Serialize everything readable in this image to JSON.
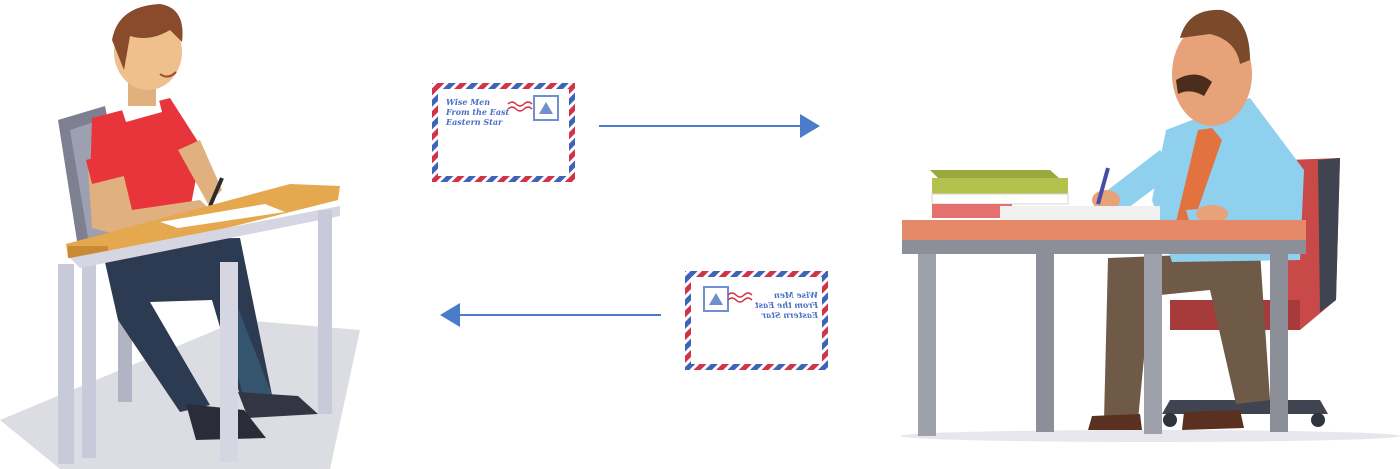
{
  "colors": {
    "arrow": "#4a7cc9",
    "airmail_red": "#d0344a",
    "airmail_blue": "#3e63b7",
    "stamp_blue": "#6f8fd0",
    "student_shirt": "#e8353b",
    "teacher_shirt": "#8fd0ef",
    "desk_top": "#e5a84f",
    "teacher_desk_top": "#e58a68"
  },
  "envelope_outgoing": {
    "lines": [
      "Wise Men",
      "From the East",
      "Eastern Star"
    ]
  },
  "envelope_return": {
    "lines": [
      "Wise Men",
      "From the East",
      "Eastern Star"
    ]
  },
  "icons": {
    "arrow_right": "arrow-right-icon",
    "arrow_left": "arrow-left-icon",
    "stamp": "stamp-icon"
  }
}
